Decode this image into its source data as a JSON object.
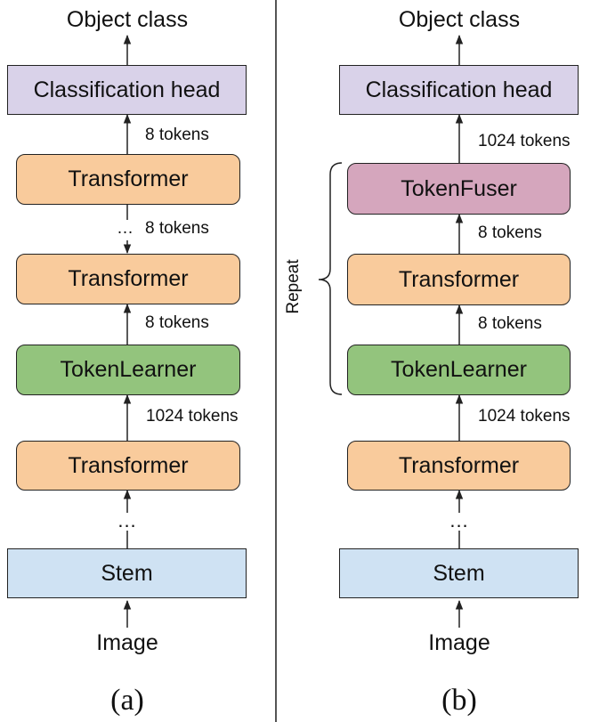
{
  "colors": {
    "head": "#d9d2e9",
    "transformer": "#f9cb9c",
    "token_learner": "#93c47d",
    "token_fuser": "#d5a6bd",
    "stem": "#cfe2f3",
    "stroke": "#222222"
  },
  "panel_a": {
    "output_label": "Object class",
    "head_label": "Classification head",
    "edge_head": "8 tokens",
    "transformer_top": "Transformer",
    "edge_ellipsis": "…",
    "edge_mid": "8 tokens",
    "transformer_mid": "Transformer",
    "edge_tl": "8 tokens",
    "token_learner": "TokenLearner",
    "edge_1024": "1024 tokens",
    "transformer_bottom": "Transformer",
    "dots": "...",
    "stem_label": "Stem",
    "input_label": "Image",
    "caption": "(a)"
  },
  "panel_b": {
    "output_label": "Object class",
    "head_label": "Classification head",
    "edge_head": "1024 tokens",
    "token_fuser": "TokenFuser",
    "edge_fuser": "8 tokens",
    "transformer": "Transformer",
    "edge_tl": "8 tokens",
    "token_learner": "TokenLearner",
    "edge_1024": "1024 tokens",
    "transformer_bottom": "Transformer",
    "dots": "...",
    "stem_label": "Stem",
    "input_label": "Image",
    "caption": "(b)",
    "repeat_label": "Repeat"
  }
}
